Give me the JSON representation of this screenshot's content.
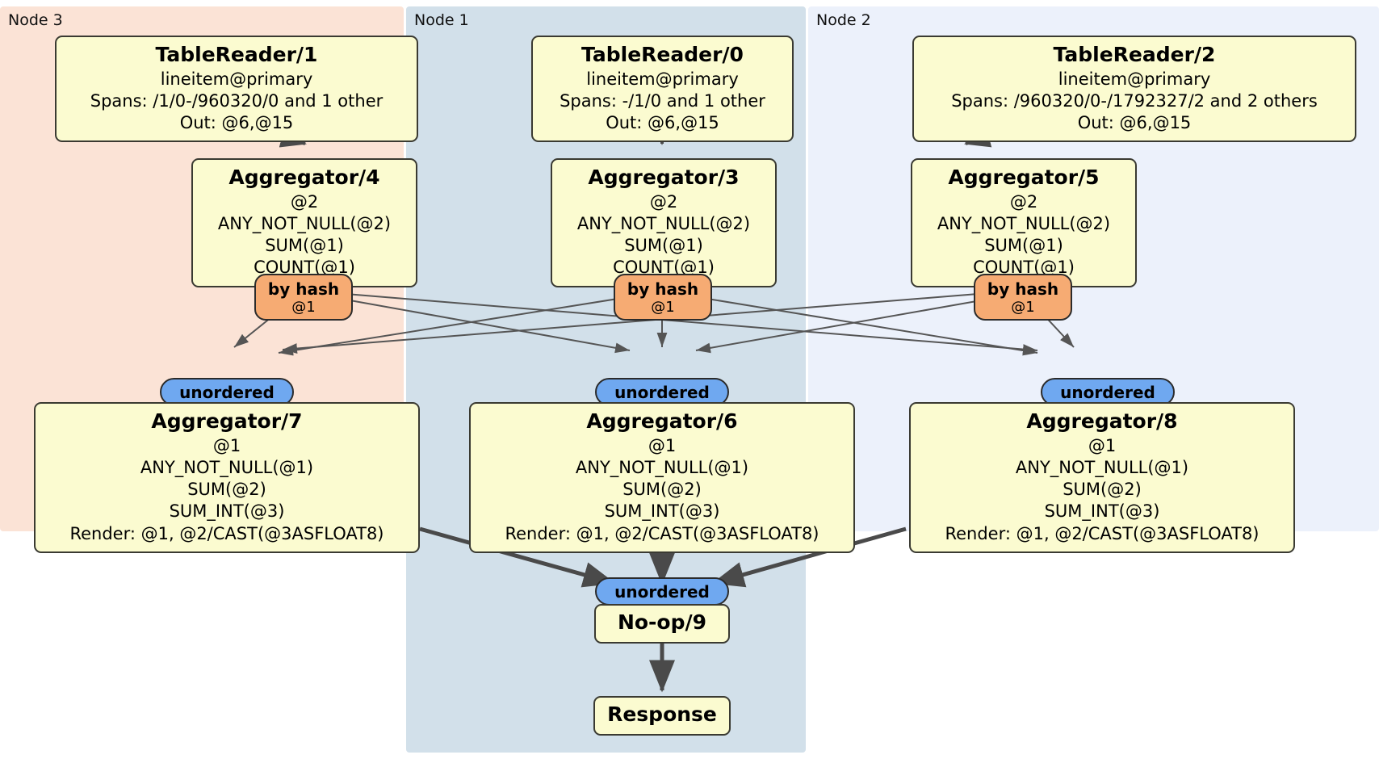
{
  "diagram": {
    "type": "distributed-query-plan",
    "colors": {
      "node3_panel": "#fbe3d6",
      "node1_panel": "#d2e0ea",
      "node2_panel": "#ecf1fb",
      "proc_box_fill": "#fbfbd0",
      "proc_box_border": "#3a3a32",
      "hash_router_fill": "#f6ab73",
      "unordered_synchronizer_fill": "#6fa8f0",
      "edge_color": "#4a4a4a",
      "thin_edge_color": "#555555"
    }
  },
  "panels": [
    {
      "id": "node3",
      "label": "Node 3"
    },
    {
      "id": "node1",
      "label": "Node 1"
    },
    {
      "id": "node2",
      "label": "Node 2"
    }
  ],
  "processors": {
    "table_reader_1": {
      "title": "TableReader/1",
      "lines": [
        "lineitem@primary",
        "Spans: /1/0-/960320/0 and 1 other",
        "Out: @6,@15"
      ]
    },
    "table_reader_0": {
      "title": "TableReader/0",
      "lines": [
        "lineitem@primary",
        "Spans: -/1/0 and 1 other",
        "Out: @6,@15"
      ]
    },
    "table_reader_2": {
      "title": "TableReader/2",
      "lines": [
        "lineitem@primary",
        "Spans: /960320/0-/1792327/2 and 2 others",
        "Out: @6,@15"
      ]
    },
    "aggregator_4": {
      "title": "Aggregator/4",
      "lines": [
        "@2",
        "ANY_NOT_NULL(@2)",
        "SUM(@1)",
        "COUNT(@1)"
      ]
    },
    "aggregator_3": {
      "title": "Aggregator/3",
      "lines": [
        "@2",
        "ANY_NOT_NULL(@2)",
        "SUM(@1)",
        "COUNT(@1)"
      ]
    },
    "aggregator_5": {
      "title": "Aggregator/5",
      "lines": [
        "@2",
        "ANY_NOT_NULL(@2)",
        "SUM(@1)",
        "COUNT(@1)"
      ]
    },
    "aggregator_7": {
      "title": "Aggregator/7",
      "lines": [
        "@1",
        "ANY_NOT_NULL(@1)",
        "SUM(@2)",
        "SUM_INT(@3)",
        "Render: @1, @2/CAST(@3ASFLOAT8)"
      ]
    },
    "aggregator_6": {
      "title": "Aggregator/6",
      "lines": [
        "@1",
        "ANY_NOT_NULL(@1)",
        "SUM(@2)",
        "SUM_INT(@3)",
        "Render: @1, @2/CAST(@3ASFLOAT8)"
      ]
    },
    "aggregator_8": {
      "title": "Aggregator/8",
      "lines": [
        "@1",
        "ANY_NOT_NULL(@1)",
        "SUM(@2)",
        "SUM_INT(@3)",
        "Render: @1, @2/CAST(@3ASFLOAT8)"
      ]
    },
    "noop_9": {
      "title": "No-op/9",
      "lines": []
    },
    "response": {
      "title": "Response",
      "lines": []
    }
  },
  "routers": {
    "hash_left": {
      "label": "by hash",
      "sublabel": "@1"
    },
    "hash_mid": {
      "label": "by hash",
      "sublabel": "@1"
    },
    "hash_right": {
      "label": "by hash",
      "sublabel": "@1"
    },
    "unordered_left": {
      "label": "unordered"
    },
    "unordered_mid": {
      "label": "unordered"
    },
    "unordered_right": {
      "label": "unordered"
    },
    "unordered_final": {
      "label": "unordered"
    }
  }
}
